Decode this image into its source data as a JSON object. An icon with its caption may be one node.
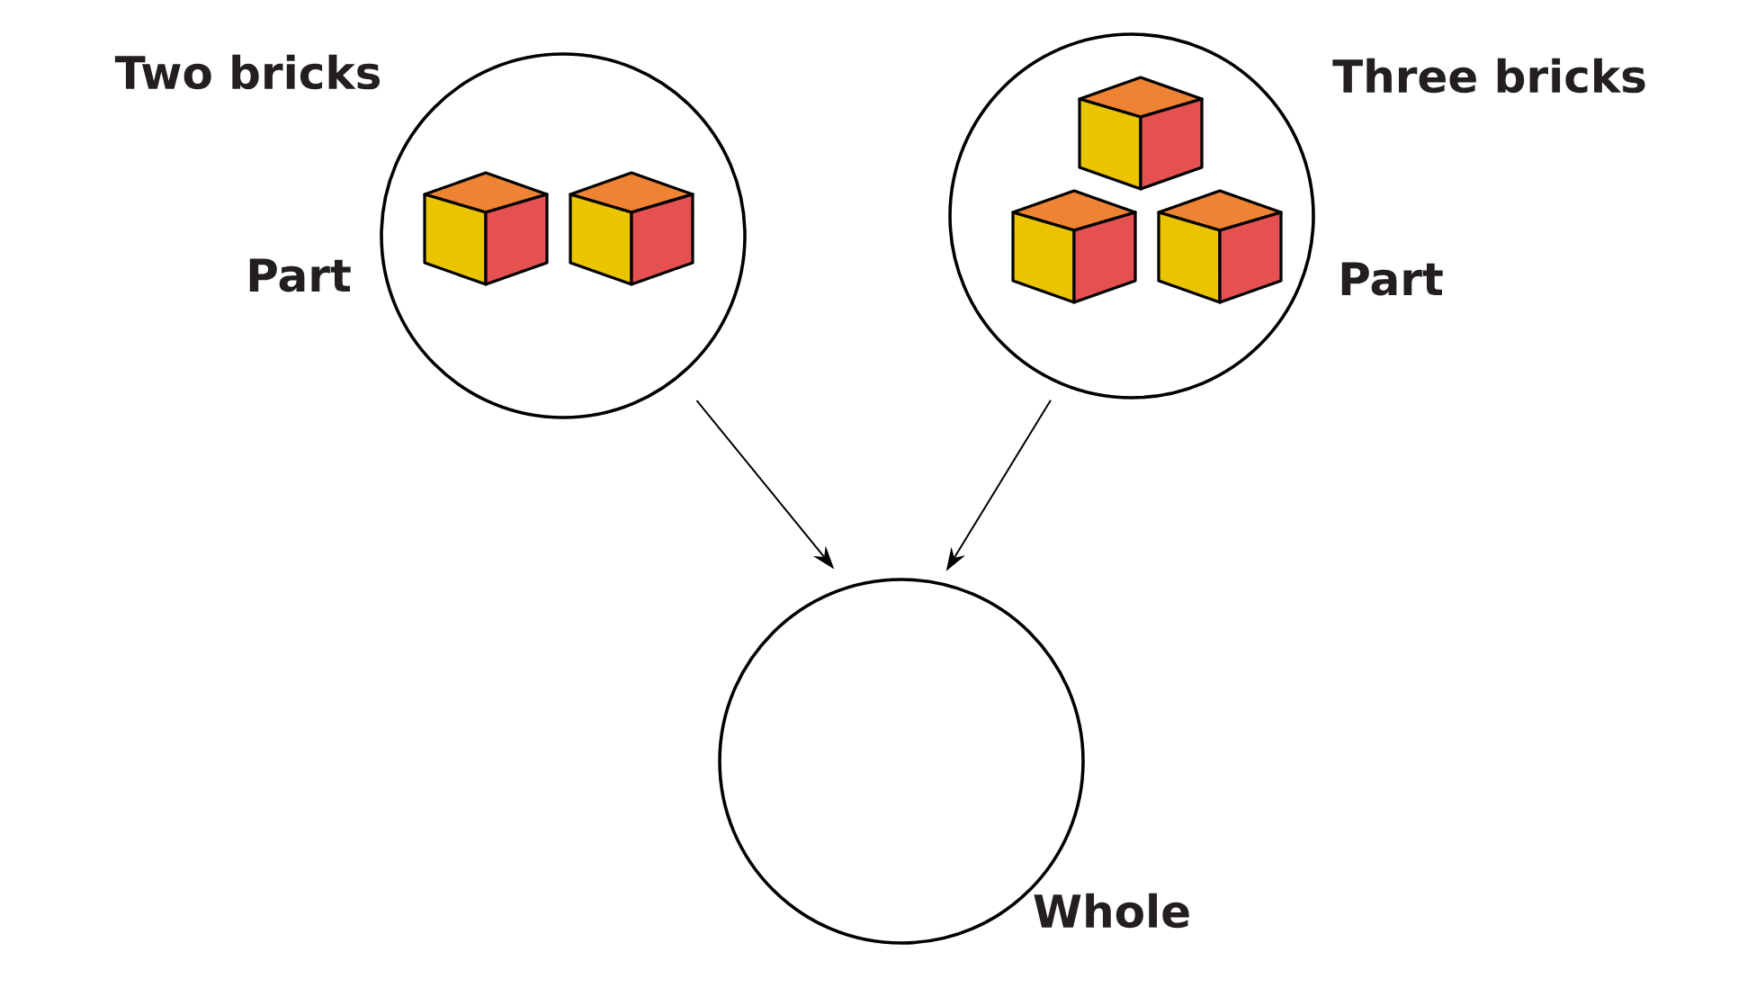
{
  "diagram": {
    "nodes": [
      {
        "text": [
          "Two bricks"
        ],
        "beside": [
          "Part"
        ]
      },
      {
        "text": [
          "Three bricks"
        ],
        "beside": [
          "Part"
        ]
      },
      {
        "text": [],
        "shape": "circle",
        "beside": [
          "Whole"
        ]
      }
    ],
    "edges": [
      {
        "from": 0,
        "to": 2,
        "arrow": "to"
      },
      {
        "from": 1,
        "to": 2,
        "arrow": "to"
      }
    ]
  }
}
